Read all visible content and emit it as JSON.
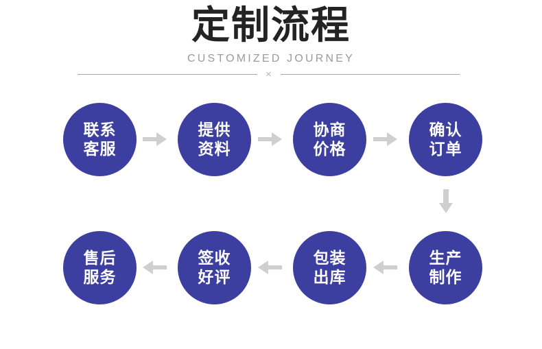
{
  "header": {
    "title": "定制流程",
    "subtitle": "CUSTOMIZED JOURNEY",
    "divider_mark": "×"
  },
  "colors": {
    "node_fill": "#3c3f9f",
    "node_text": "#ffffff",
    "arrow": "#cfcfcf",
    "title_text": "#232323",
    "subtitle_text": "#9b9b9b",
    "divider_rule": "#a8a8a8",
    "background": "#ffffff"
  },
  "flow": {
    "top_row": [
      {
        "line1": "联系",
        "line2": "客服"
      },
      {
        "line1": "提供",
        "line2": "资料"
      },
      {
        "line1": "协商",
        "line2": "价格"
      },
      {
        "line1": "确认",
        "line2": "订单"
      }
    ],
    "bottom_row": [
      {
        "line1": "售后",
        "line2": "服务"
      },
      {
        "line1": "签收",
        "line2": "好评"
      },
      {
        "line1": "包装",
        "line2": "出库"
      },
      {
        "line1": "生产",
        "line2": "制作"
      }
    ],
    "connectors": {
      "top_arrows": [
        "arrow-right-icon",
        "arrow-right-icon",
        "arrow-right-icon"
      ],
      "vertical_arrow": "arrow-down-icon",
      "bottom_arrows": [
        "arrow-left-icon",
        "arrow-left-icon",
        "arrow-left-icon"
      ]
    }
  }
}
